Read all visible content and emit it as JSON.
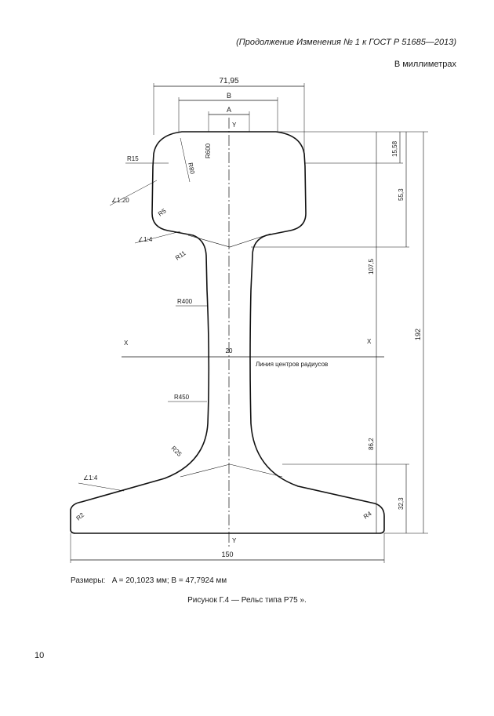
{
  "header": {
    "continuation": "(Продолжение Изменения № 1 к ГОСТ Р 51685—2013)",
    "units": "В миллиметрах"
  },
  "drawing": {
    "dims": {
      "width_top": "71,95",
      "b": "B",
      "a": "A",
      "y_top": "Y",
      "r600": "R600",
      "r80": "R80",
      "r15": "R15",
      "slope_head": "∠1:20",
      "r5": "R5",
      "slope_neck": "∠1:4",
      "r11": "R11",
      "r400": "R400",
      "x_left": "X",
      "x_right": "X",
      "web_width": "20",
      "centers_line": "Линия центров радиусов",
      "r450": "R450",
      "r25": "R25",
      "slope_foot": "∠1:4",
      "r2": "R2",
      "r4": "R4",
      "y_bottom": "Y",
      "base_width": "150",
      "h_15_58": "15,58",
      "h_55_3": "55,3",
      "h_107_5": "107,5",
      "h_192": "192",
      "h_86_2": "86,2",
      "h_32_3": "32,3"
    }
  },
  "notes": {
    "sizes_label": "Размеры:",
    "sizes_values": "A = 20,1023 мм; B = 47,7924 мм"
  },
  "caption": "Рисунок Г.4 — Рельс типа Р75 ».",
  "page_number": "10"
}
